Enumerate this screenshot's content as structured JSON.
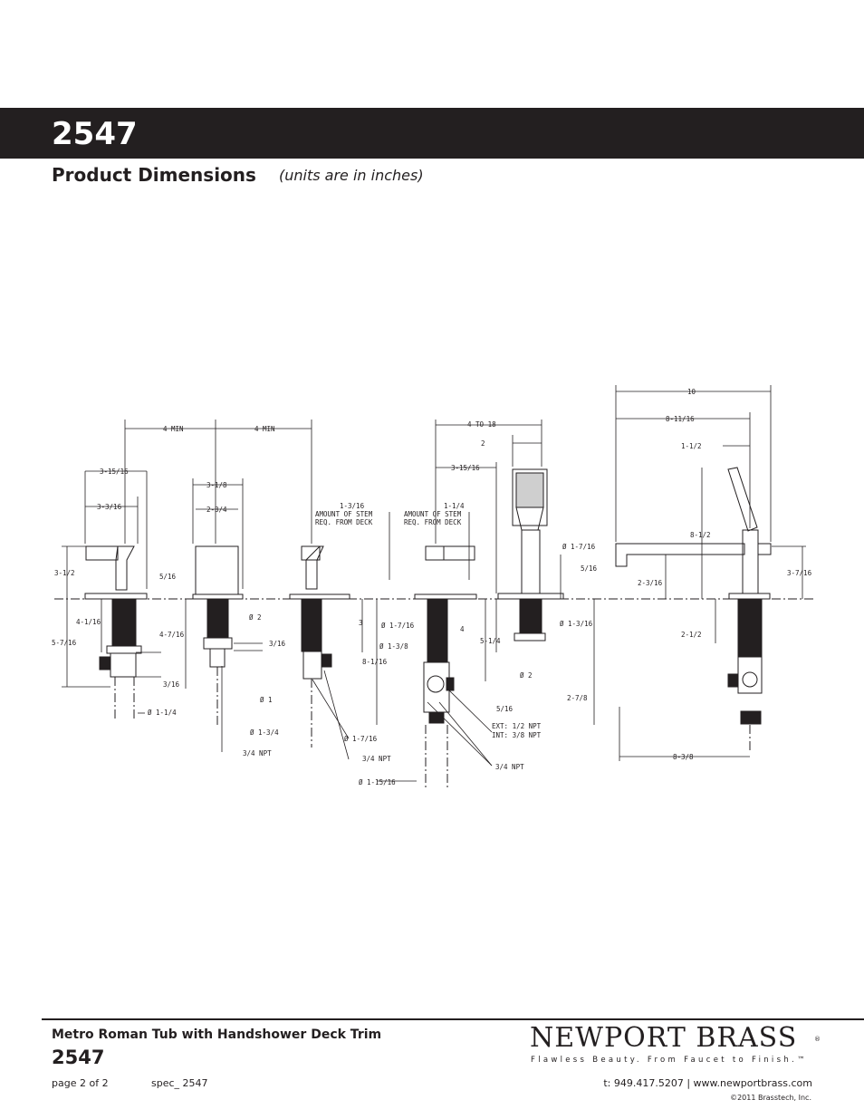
{
  "header": {
    "model": "2547",
    "section_title": "Product Dimensions",
    "section_subtitle": "(units are in inches)"
  },
  "drawing": {
    "labels": {
      "min_a": "4 MIN",
      "min_b": "4 MIN",
      "to18": "4 TO 18",
      "ten": "10",
      "eight_11_16": "8-11/16",
      "one_half": "1-1/2",
      "two": "2",
      "three_15_16_a": "3-15/16",
      "three_15_16_b": "3-15/16",
      "three_3_16": "3-3/16",
      "three_1_8": "3-1/8",
      "two_3_4": "2-3/4",
      "stem_a_val": "1-3/16",
      "stem_a_1": "AMOUNT OF STEM",
      "stem_a_2": "REQ. FROM DECK",
      "stem_b_val": "1-1/4",
      "stem_b_1": "AMOUNT OF STEM",
      "stem_b_2": "REQ. FROM DECK",
      "three_1_2": "3-1/2",
      "five_16_a": "5/16",
      "five_16_b": "5/16",
      "five_16_c": "5/16",
      "dia_1_7_16_a": "Ø 1-7/16",
      "dia_1_7_16_b": "Ø 1-7/16",
      "dia_1_7_16_c": "Ø 1-7/16",
      "dia_1_3_16": "Ø 1-3/16",
      "eight_1_2": "8-1/2",
      "two_3_16": "2-3/16",
      "three_7_16": "3-7/16",
      "dia_2_a": "Ø 2",
      "dia_2_b": "Ø 2",
      "four_1_16": "4-1/16",
      "five_7_16": "5-7/16",
      "four_7_16": "4-7/16",
      "three_16_a": "3/16",
      "three_16_b": "3/16",
      "three": "3",
      "dia_1_3_8": "Ø 1-3/8",
      "four": "4",
      "five_1_4": "5-1/4",
      "eight_1_16": "8-1/16",
      "two_1_2": "2-1/2",
      "dia_1_1_4": "Ø 1-1/4",
      "dia_1": "Ø 1",
      "dia_1_3_4": "Ø 1-3/4",
      "npt_a": "3/4 NPT",
      "npt_b": "3/4 NPT",
      "npt_c": "3/4 NPT",
      "ext": "EXT: 1/2 NPT",
      "int": "INT: 3/8 NPT",
      "two_7_8": "2-7/8",
      "eight_3_8": "8-3/8",
      "dia_1_15_16": "Ø 1-15/16"
    }
  },
  "footer": {
    "product_name": "Metro Roman Tub with Handshower Deck Trim",
    "product_number": "2547",
    "page": "page 2 of 2",
    "spec": "spec_ 2547",
    "brand": "NEWPORT BRASS",
    "brand_mark": "®",
    "tagline": "Flawless Beauty. From Faucet to Finish.™",
    "contact": "t: 949.417.5207 | www.newportbrass.com",
    "copyright": "©2011 Brasstech, Inc."
  }
}
